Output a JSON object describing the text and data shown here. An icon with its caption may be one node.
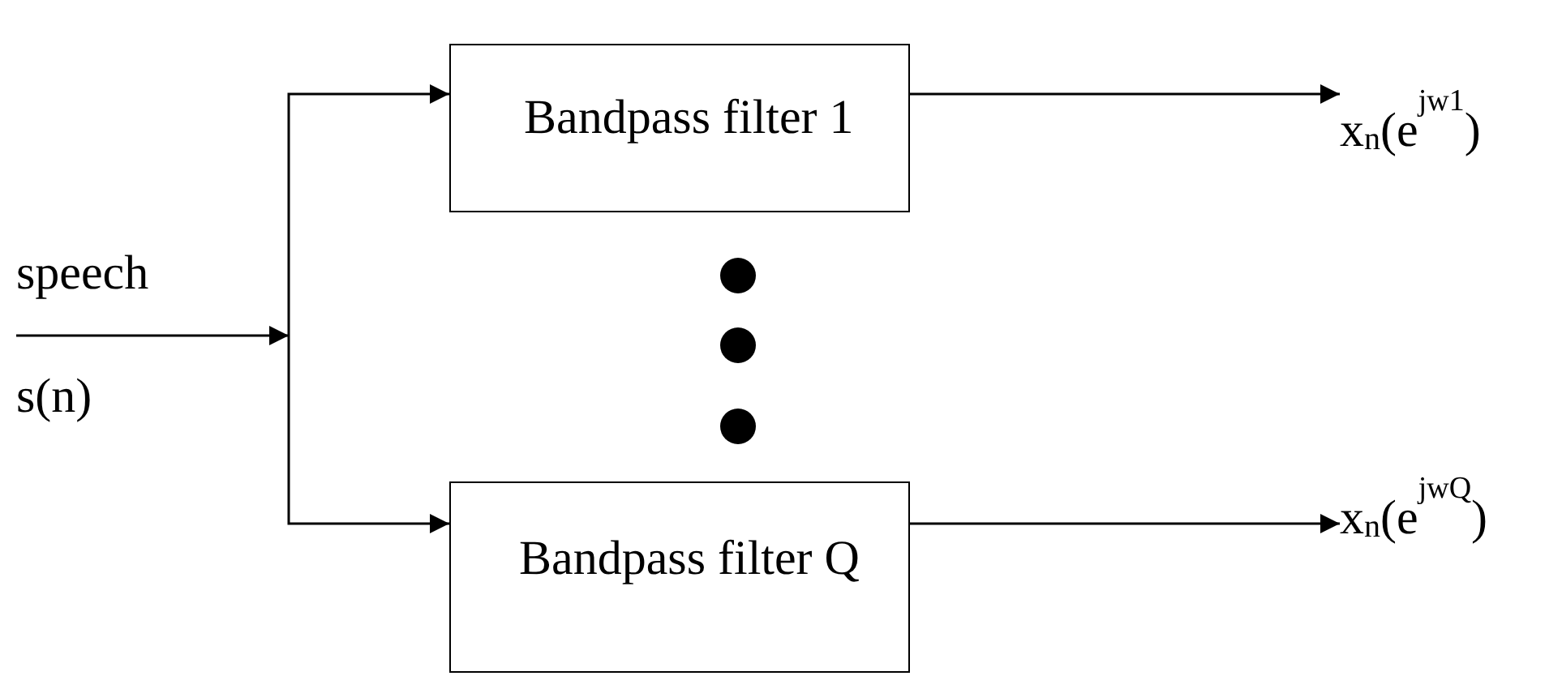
{
  "diagram": {
    "nodes": [
      {
        "text": [
          "Bandpass filter 1"
        ]
      },
      {
        "text": [
          "Bandpass filter Q"
        ]
      },
      {
        "text": [
          "x$_{n}$(e$^{jw1}$)"
        ]
      },
      {
        "text": [
          "x$_{n}$(e$^{jwQ}$)"
        ]
      }
    ],
    "edges": [
      {
        "from": null,
        "to": 0,
        "arrow": "to"
      },
      {
        "from": null,
        "to": 1,
        "arrow": "to"
      },
      {
        "from": 0,
        "to": 2,
        "arrow": "to"
      },
      {
        "from": 1,
        "to": 3,
        "arrow": "to"
      }
    ],
    "labels": [
      "speech",
      "s(n)"
    ]
  }
}
